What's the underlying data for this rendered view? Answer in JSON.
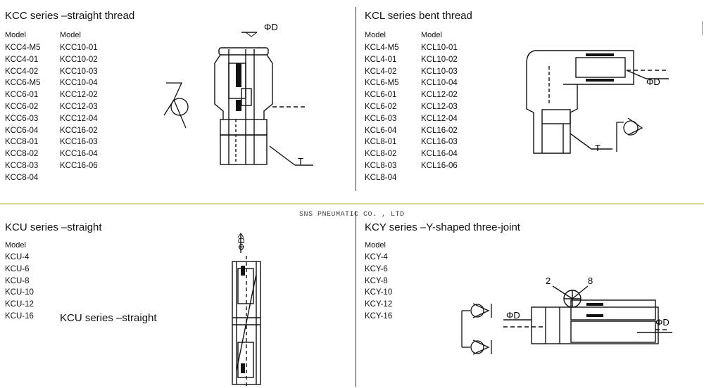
{
  "company": "SNS PNEUMATIC CO. , LTD",
  "kcc": {
    "title": "KCC series –straight thread",
    "header_a": "Model",
    "header_b": "Model",
    "col_a": [
      "KCC4-M5",
      "KCC4-01",
      "KCC4-02",
      "KCC6-M5",
      "KCC6-01",
      "KCC6-02",
      "KCC6-03",
      "KCC6-04",
      "KCC8-01",
      "KCC8-02",
      "KCC8-03",
      "KCC8-04"
    ],
    "col_b": [
      "KCC10-01",
      "KCC10-02",
      "KCC10-03",
      "KCC10-04",
      "KCC12-02",
      "KCC12-03",
      "KCC12-04",
      "KCC16-02",
      "KCC16-03",
      "KCC16-04",
      "KCC16-06"
    ],
    "label_d": "ΦD",
    "label_t": "T"
  },
  "kcl": {
    "title": "KCL series bent thread",
    "header_a": "Model",
    "header_b": "Model",
    "col_a": [
      "KCL4-M5",
      "KCL4-01",
      "KCL4-02",
      "KCL6-M5",
      "KCL6-01",
      "KCL6-02",
      "KCL6-03",
      "KCL6-04",
      "KCL8-01",
      "KCL8-02",
      "KCL8-03",
      "KCL8-04"
    ],
    "col_b": [
      "KCL10-01",
      "KCL10-02",
      "KCL10-03",
      "KCL10-04",
      "KCL12-02",
      "KCL12-03",
      "KCL12-04",
      "KCL16-02",
      "KCL16-03",
      "KCL16-04",
      "KCL16-06"
    ],
    "label_d": "ΦD",
    "label_t": "T"
  },
  "kcu": {
    "title": "KCU series –straight",
    "header": "Model",
    "col": [
      "KCU-4",
      "KCU-6",
      "KCU-8",
      "KCU-10",
      "KCU-12",
      "KCU-16"
    ],
    "caption": "KCU series –straight",
    "label_d": "ΦD"
  },
  "kcy": {
    "title": "KCY series –Y-shaped three-joint",
    "header": "Model",
    "col": [
      "KCY-4",
      "KCY-6",
      "KCY-8",
      "KCY-10",
      "KCY-12",
      "KCY-16"
    ],
    "label_d_left": "ΦD",
    "label_d_right": "ΦD",
    "label_2": "2",
    "label_8": "8"
  }
}
